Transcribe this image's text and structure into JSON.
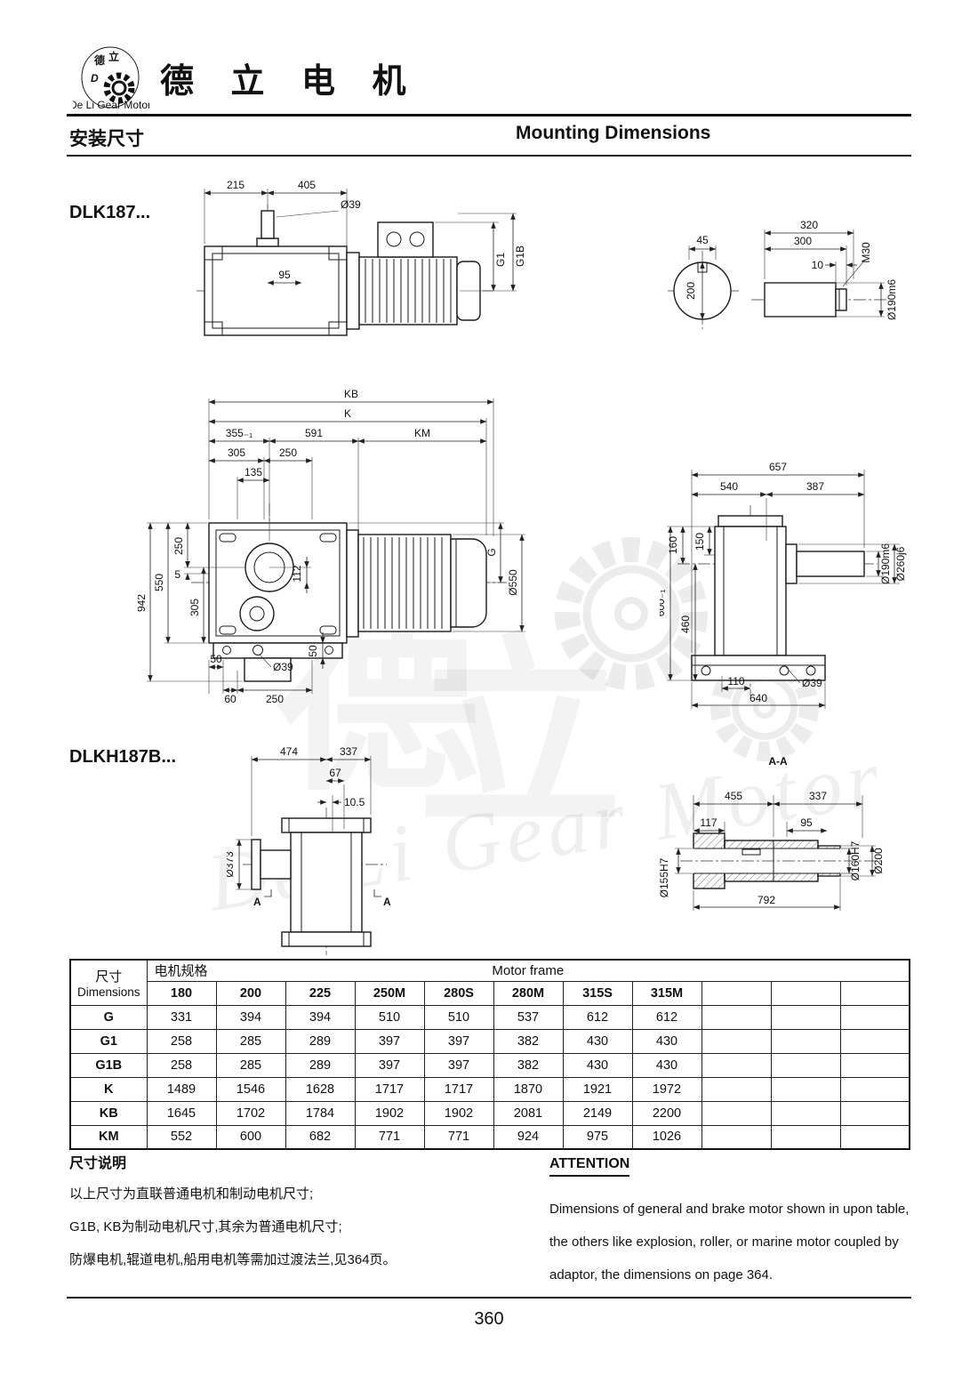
{
  "page": {
    "number": "360"
  },
  "header": {
    "brand": "德 立 电 机",
    "section_zh": "安装尺寸",
    "section_en": "Mounting Dimensions",
    "logo": {
      "monogram": "D",
      "char1": "德",
      "char2": "立",
      "ring_text": "De Li Gear Motor"
    }
  },
  "models": {
    "m1": "DLK187...",
    "m2": "DLKH187B..."
  },
  "dwg_top": {
    "d215": "215",
    "d405": "405",
    "d39": "Ø39",
    "d95": "95",
    "g1": "G1",
    "g1b": "G1B"
  },
  "dwg_shaft": {
    "d45": "45",
    "d200": "200",
    "d320": "320",
    "d300": "300",
    "d10": "10",
    "m30": "M30",
    "d190": "Ø190m6"
  },
  "dwg_front": {
    "kb": "KB",
    "k": "K",
    "d355": "355₋₁",
    "d591": "591",
    "km": "KM",
    "d305a": "305",
    "d250a": "250",
    "d135": "135",
    "d942": "942",
    "d550": "550",
    "d250b": "250",
    "d5": "5",
    "d305b": "305",
    "d112": "112",
    "g": "G",
    "d550dia": "Ø550",
    "d50a": "50",
    "d39": "Ø39",
    "d50b": "50",
    "d60": "60",
    "d250c": "250"
  },
  "dwg_side": {
    "d657": "657",
    "d540": "540",
    "d387": "387",
    "d190": "Ø190m6",
    "d260": "Ø260j6",
    "d160": "160",
    "d150": "150",
    "d600": "600₋₁",
    "d460": "460",
    "d110": "110",
    "d39": "Ø39",
    "d640": "640"
  },
  "dwg_vert": {
    "d474": "474",
    "d337": "337",
    "d67": "67",
    "d105": "10.5",
    "d373": "Ø373",
    "a_left": "A",
    "a_right": "A"
  },
  "dwg_section": {
    "title": "A-A",
    "d455": "455",
    "d337": "337",
    "d117": "117",
    "d95": "95",
    "d155": "Ø155H7",
    "d792": "792",
    "d160": "Ø160H7",
    "d200": "Ø200"
  },
  "table": {
    "col1_zh": "尺寸",
    "col1_en": "Dimensions",
    "motor_zh": "电机规格",
    "motor_en": "Motor frame",
    "columns": [
      "180",
      "200",
      "225",
      "250M",
      "280S",
      "280M",
      "315S",
      "315M",
      "",
      "",
      ""
    ],
    "rows": [
      {
        "label": "G",
        "values": [
          "331",
          "394",
          "394",
          "510",
          "510",
          "537",
          "612",
          "612"
        ]
      },
      {
        "label": "G1",
        "values": [
          "258",
          "285",
          "289",
          "397",
          "397",
          "382",
          "430",
          "430"
        ]
      },
      {
        "label": "G1B",
        "values": [
          "258",
          "285",
          "289",
          "397",
          "397",
          "382",
          "430",
          "430"
        ]
      },
      {
        "label": "K",
        "values": [
          "1489",
          "1546",
          "1628",
          "1717",
          "1717",
          "1870",
          "1921",
          "1972"
        ]
      },
      {
        "label": "KB",
        "values": [
          "1645",
          "1702",
          "1784",
          "1902",
          "1902",
          "2081",
          "2149",
          "2200"
        ]
      },
      {
        "label": "KM",
        "values": [
          "552",
          "600",
          "682",
          "771",
          "771",
          "924",
          "975",
          "1026"
        ]
      }
    ]
  },
  "notes": {
    "zh_title": "尺寸说明",
    "zh_lines": [
      "以上尺寸为直联普通电机和制动电机尺寸;",
      "G1B, KB为制动电机尺寸,其余为普通电机尺寸;",
      "防爆电机,辊道电机,船用电机等需加过渡法兰,见364页。"
    ],
    "en_title": "ATTENTION",
    "en_lines": [
      "Dimensions of general and brake motor shown in upon table,",
      "the others like explosion, roller, or marine motor coupled by",
      "adaptor, the dimensions on page 364."
    ]
  },
  "watermark": {
    "script": "De Li Gear Motor",
    "char1": "德",
    "char2": "立"
  }
}
